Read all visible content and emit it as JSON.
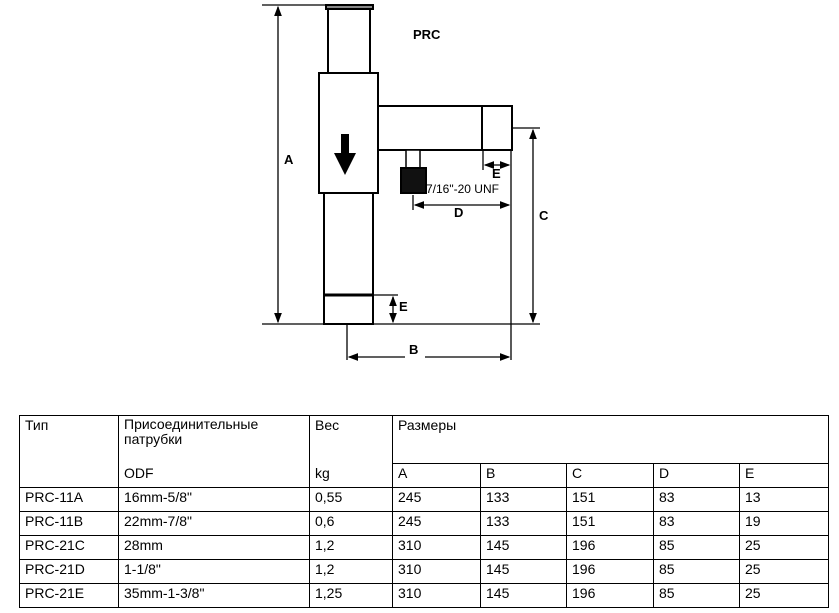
{
  "diagram": {
    "title": "PRC",
    "labels": {
      "a": "A",
      "b": "B",
      "c": "C",
      "d": "D",
      "e_top": "E",
      "e_bottom": "E",
      "thread": "7/16\"-20 UNF"
    }
  },
  "table": {
    "headers": {
      "type": "Тип",
      "connection": "Присоединительные патрубки",
      "weight": "Вес",
      "dimensions": "Размеры"
    },
    "subheaders": {
      "connection": "ODF",
      "weight": "kg",
      "dims": [
        "A",
        "B",
        "C",
        "D",
        "E"
      ]
    },
    "rows": [
      {
        "type": "PRC-11A",
        "odf": "16mm-5/8\"",
        "kg": "0,55",
        "dims": [
          "245",
          "133",
          "151",
          "83",
          "13"
        ]
      },
      {
        "type": "PRC-11B",
        "odf": "22mm-7/8\"",
        "kg": "0,6",
        "dims": [
          "245",
          "133",
          "151",
          "83",
          "19"
        ]
      },
      {
        "type": "PRC-21C",
        "odf": "28mm",
        "kg": "1,2",
        "dims": [
          "310",
          "145",
          "196",
          "85",
          "25"
        ]
      },
      {
        "type": "PRC-21D",
        "odf": "1-1/8\"",
        "kg": "1,2",
        "dims": [
          "310",
          "145",
          "196",
          "85",
          "25"
        ]
      },
      {
        "type": "PRC-21E",
        "odf": "35mm-1-3/8\"",
        "kg": "1,25",
        "dims": [
          "310",
          "145",
          "196",
          "85",
          "25"
        ]
      }
    ]
  }
}
